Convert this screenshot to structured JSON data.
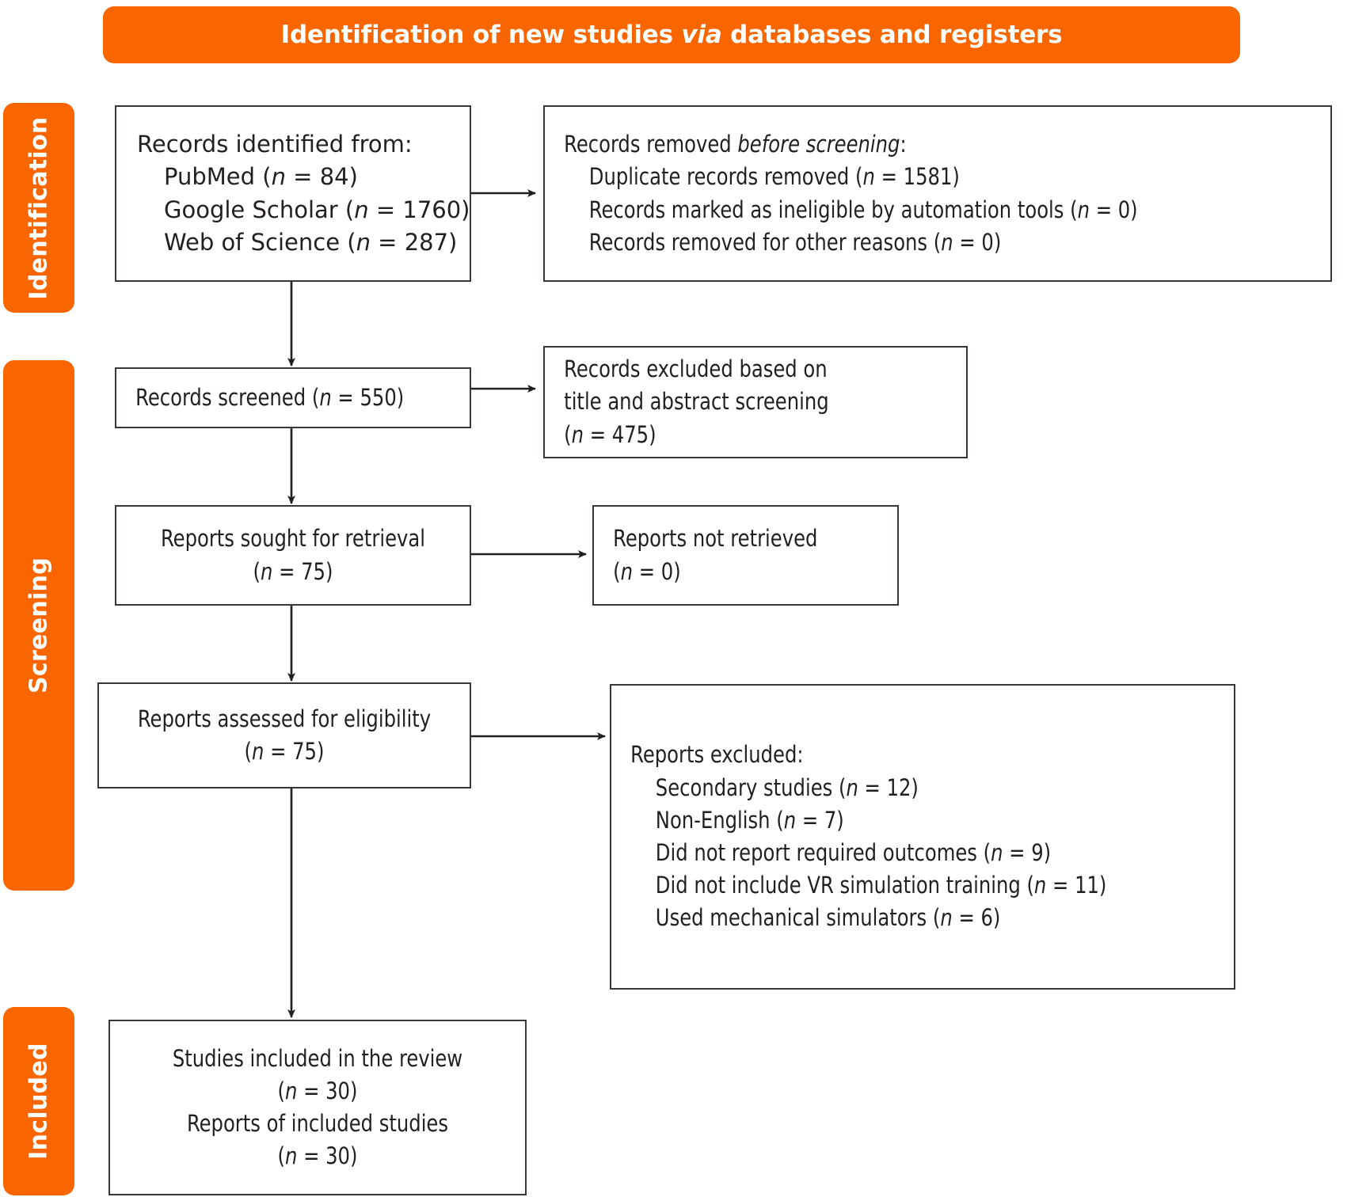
{
  "theme": {
    "accent": "#f96600",
    "box_border": "#3c3436",
    "text": "#231f20",
    "banner_text": "#ffffff"
  },
  "banner": {
    "title_pre": "Identification of new studies ",
    "title_em": "via",
    "title_post": " databases and registers"
  },
  "stages": [
    {
      "id": "identification",
      "label": "Identification"
    },
    {
      "id": "screening",
      "label": "Screening"
    },
    {
      "id": "included",
      "label": "Included"
    }
  ],
  "boxes": {
    "records_identified": {
      "lines": [
        "Records identified from:",
        "PubMed (n = 84)",
        "Google Scholar (n = 1760)",
        "Web of Science (n = 287)"
      ]
    },
    "records_removed": {
      "lines": [
        "Records removed before screening:",
        "Duplicate records removed (n = 1581)",
        "Records marked as ineligible by automation tools (n = 0)",
        "Records removed for other reasons (n = 0)"
      ]
    },
    "records_screened": {
      "lines": [
        "Records screened (n = 550)"
      ]
    },
    "records_excluded": {
      "lines": [
        "Records excluded based on",
        "title and abstract screening",
        "(n = 475)"
      ]
    },
    "reports_sought": {
      "lines": [
        "Reports sought for retrieval",
        "(n = 75)"
      ]
    },
    "reports_not_retrieved": {
      "lines": [
        "Reports not retrieved",
        "(n = 0)"
      ]
    },
    "reports_assessed": {
      "lines": [
        "Reports assessed for eligibility",
        "(n = 75)"
      ]
    },
    "reports_excluded": {
      "lines": [
        "Reports excluded:",
        "Secondary studies (n = 12)",
        "Non-English (n = 7)",
        "Did not report required outcomes (n = 9)",
        "Did not include VR simulation training (n = 11)",
        "Used mechanical simulators (n = 6)"
      ]
    },
    "studies_included": {
      "lines": [
        "Studies included in the review",
        "(n = 30)",
        "Reports of included studies",
        "(n = 30)"
      ]
    }
  },
  "counts": {
    "pubmed": 84,
    "google_scholar": 1760,
    "web_of_science": 287,
    "duplicates_removed": 1581,
    "ineligible_automation": 0,
    "removed_other": 0,
    "records_screened": 550,
    "records_excluded_title_abstract": 475,
    "reports_sought": 75,
    "reports_not_retrieved": 0,
    "reports_assessed": 75,
    "excluded_secondary_studies": 12,
    "excluded_non_english": 7,
    "excluded_no_required_outcomes": 9,
    "excluded_no_vr_simulation": 11,
    "excluded_mechanical_simulators": 6,
    "studies_included": 30,
    "reports_of_included_studies": 30
  }
}
